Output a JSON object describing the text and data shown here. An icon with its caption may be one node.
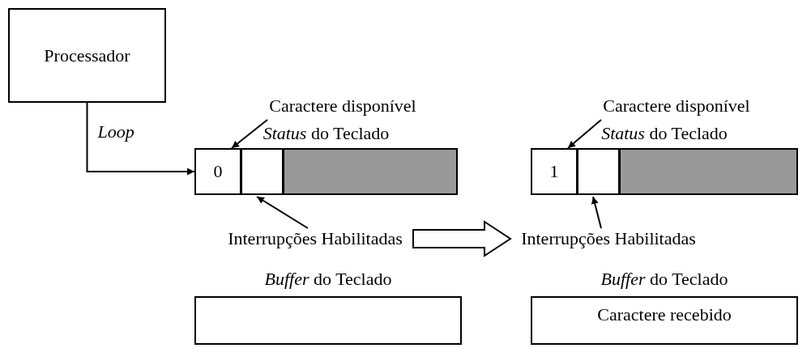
{
  "diagram": {
    "nodes": [
      {
        "text": [
          "Processador"
        ]
      },
      {
        "text": [
          "*Status* do Teclado"
        ]
      },
      {
        "text": [
          "0"
        ],
        "in": 1
      },
      {
        "text": [],
        "shape": "box",
        "in": 1
      },
      {
        "text": [],
        "shape": "bar",
        "in": 1
      },
      {
        "text": [
          "Caractere disponível"
        ]
      },
      {
        "text": [
          "Interrupções Habilitadas"
        ]
      },
      {
        "text": [
          "*Buffer* do Teclado"
        ]
      },
      {
        "text": [
          "*Status* do Teclado"
        ]
      },
      {
        "text": [
          "1"
        ],
        "in": 8
      },
      {
        "text": [],
        "shape": "box",
        "in": 8
      },
      {
        "text": [],
        "shape": "bar",
        "in": 8
      },
      {
        "text": [
          "Caractere disponível"
        ]
      },
      {
        "text": [
          "Interrupções Habilitadas"
        ]
      },
      {
        "text": [
          "*Buffer* do Teclado",
          "Caractere recebido"
        ]
      }
    ],
    "edges": [
      {
        "from": 0,
        "to": 2,
        "arrow": "to",
        "label": "Loop"
      },
      {
        "from": 5,
        "to": 2,
        "arrow": "to"
      },
      {
        "from": 6,
        "to": 3,
        "arrow": "to"
      },
      {
        "from": 6,
        "to": 13,
        "arrow": "to",
        "style": "thick"
      },
      {
        "from": 12,
        "to": 9,
        "arrow": "to"
      },
      {
        "from": 13,
        "to": 10,
        "arrow": "to"
      }
    ]
  }
}
